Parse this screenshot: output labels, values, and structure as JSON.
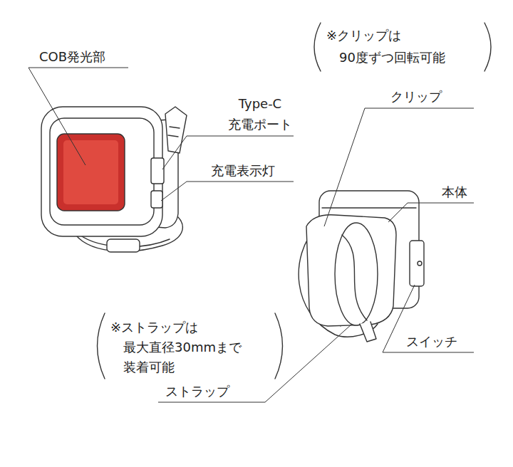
{
  "diagram": {
    "labels": [
      "COB発光部",
      "※クリップは 90度ずつ回転可能",
      "クリップ",
      "Type-C 充電ポート",
      "充電表示灯",
      "本体",
      "※ストラップは 最大直径30mmまで 装着可能",
      "スイッチ",
      "ストラップ"
    ]
  }
}
